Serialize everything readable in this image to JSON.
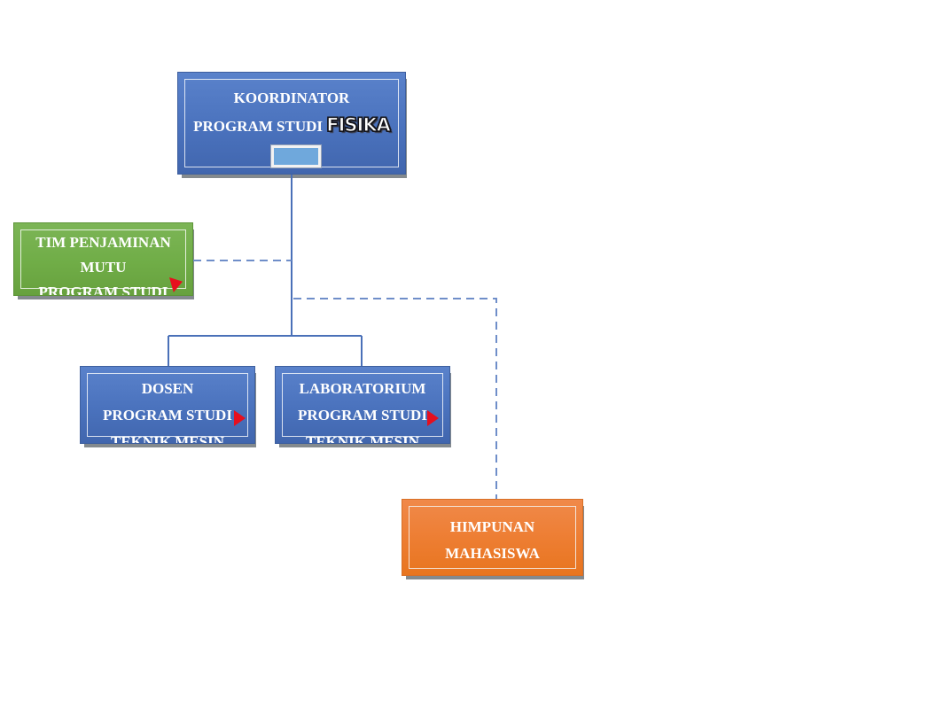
{
  "diagram": {
    "type": "org-chart",
    "background": "#ffffff",
    "nodes": {
      "koordinator": {
        "line1": "KOORDINATOR",
        "line2": "PROGRAM STUDI",
        "line2_highlight": "FISIKA",
        "fill": "#4a72bd",
        "patch_color": "#6fa8dc"
      },
      "tim_mutu": {
        "line1": "TIM PENJAMINAN",
        "line2": "MUTU",
        "line3_clipped": "PROGRAM STUDI",
        "fill": "#70ad47"
      },
      "dosen": {
        "line1": "DOSEN",
        "line2": "PROGRAM STUDI",
        "line3_clipped": "TEKNIK MESIN",
        "fill": "#4a72bd"
      },
      "laboratorium": {
        "line1": "LABORATORIUM",
        "line2": "PROGRAM STUDI",
        "line3_clipped": "TEKNIK MESIN",
        "fill": "#4a72bd"
      },
      "himpunan": {
        "line1": "HIMPUNAN",
        "line2": "MAHASISWA",
        "fill": "#ed7d31"
      }
    },
    "connectors": {
      "solid_color": "#4a70b8",
      "dashed_color": "#6f8ec9",
      "marker_color": "#e60f1e",
      "shadow_color": "#848a8e"
    }
  }
}
